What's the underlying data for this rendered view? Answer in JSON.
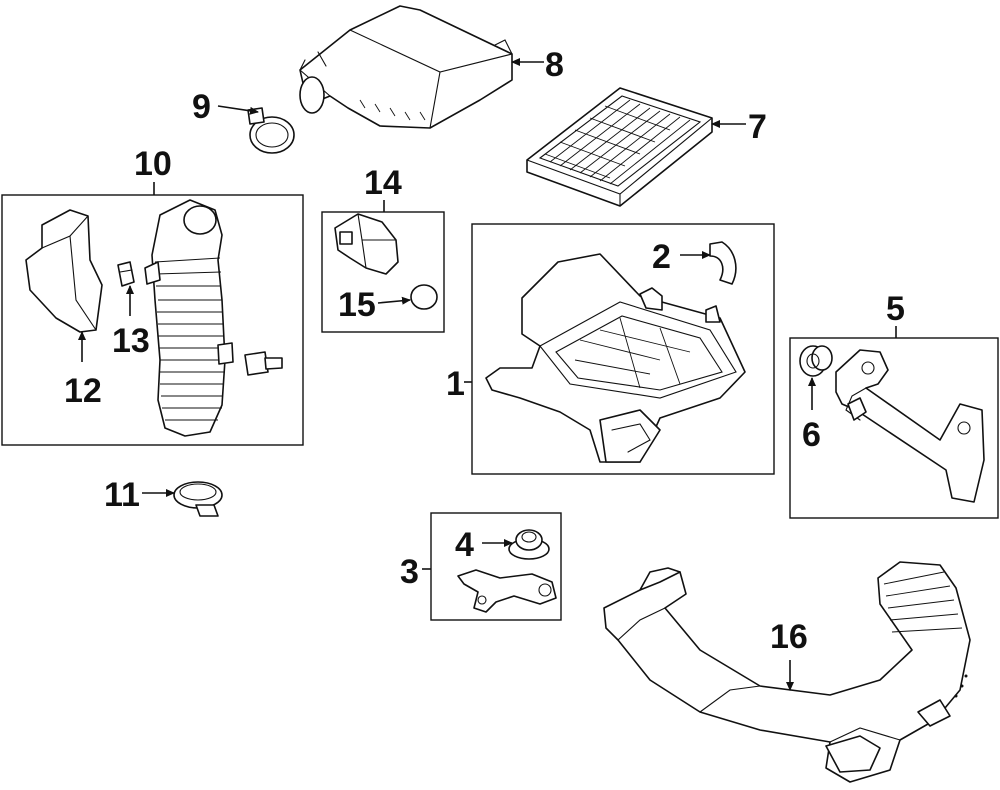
{
  "callouts": {
    "c1": "1",
    "c2": "2",
    "c3": "3",
    "c4": "4",
    "c5": "5",
    "c6": "6",
    "c7": "7",
    "c8": "8",
    "c9": "9",
    "c10": "10",
    "c11": "11",
    "c12": "12",
    "c13": "13",
    "c14": "14",
    "c15": "15",
    "c16": "16"
  },
  "parts": {
    "p1": "air-cleaner-lower-case",
    "p2": "hose",
    "p3": "bracket-assembly",
    "p4": "grommet",
    "p5": "support-bracket",
    "p6": "insulator",
    "p7": "air-filter-element",
    "p8": "air-cleaner-upper-cover",
    "p9": "hose-clamp",
    "p10": "intake-hose-assembly",
    "p11": "hose-clamp",
    "p12": "resonator-shield",
    "p13": "connector",
    "p14": "mass-air-flow-sensor",
    "p15": "o-ring",
    "p16": "air-inlet-duct"
  }
}
